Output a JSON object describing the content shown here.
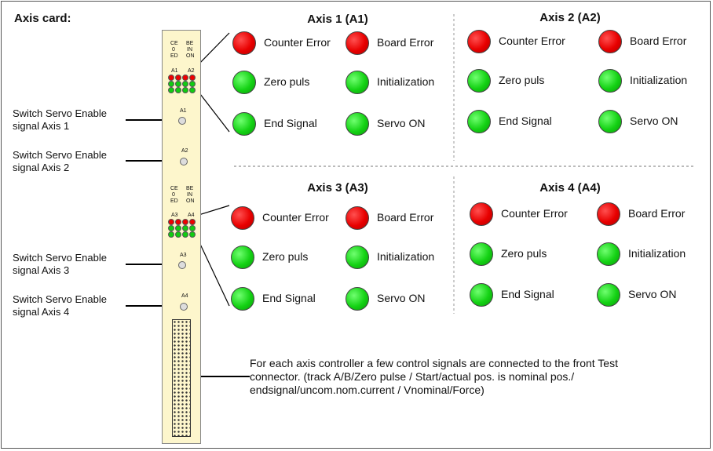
{
  "title": "Axis card:",
  "card": {
    "block1": {
      "c1": [
        "CE",
        "0",
        "ED"
      ],
      "c2": [
        "BE",
        "IN",
        "ON"
      ],
      "a_left": "A1",
      "a_right": "A2"
    },
    "block2": {
      "c1": [
        "CE",
        "0",
        "ED"
      ],
      "c2": [
        "BE",
        "IN",
        "ON"
      ],
      "a_left": "A3",
      "a_right": "A4"
    },
    "switches": [
      "A1",
      "A2",
      "A3",
      "A4"
    ]
  },
  "switch_labels": [
    {
      "line1": "Switch Servo Enable",
      "line2": "signal Axis 1"
    },
    {
      "line1": "Switch Servo Enable",
      "line2": "signal Axis 2"
    },
    {
      "line1": "Switch Servo Enable",
      "line2": "signal Axis 3"
    },
    {
      "line1": "Switch Servo Enable",
      "line2": "signal Axis 4"
    }
  ],
  "axes": [
    {
      "title": "Axis 1 (A1)",
      "leds": [
        {
          "label": "Counter Error",
          "color": "red"
        },
        {
          "label": "Board Error",
          "color": "red"
        },
        {
          "label": "Zero puls",
          "color": "green"
        },
        {
          "label": "Initialization",
          "color": "green"
        },
        {
          "label": "End Signal",
          "color": "green"
        },
        {
          "label": "Servo ON",
          "color": "green"
        }
      ]
    },
    {
      "title": "Axis 2 (A2)",
      "leds": [
        {
          "label": "Counter Error",
          "color": "red"
        },
        {
          "label": "Board Error",
          "color": "red"
        },
        {
          "label": "Zero puls",
          "color": "green"
        },
        {
          "label": "Initialization",
          "color": "green"
        },
        {
          "label": "End Signal",
          "color": "green"
        },
        {
          "label": "Servo ON",
          "color": "green"
        }
      ]
    },
    {
      "title": "Axis 3 (A3)",
      "leds": [
        {
          "label": "Counter Error",
          "color": "red"
        },
        {
          "label": "Board Error",
          "color": "red"
        },
        {
          "label": "Zero puls",
          "color": "green"
        },
        {
          "label": "Initialization",
          "color": "green"
        },
        {
          "label": "End Signal",
          "color": "green"
        },
        {
          "label": "Servo ON",
          "color": "green"
        }
      ]
    },
    {
      "title": "Axis 4 (A4)",
      "leds": [
        {
          "label": "Counter Error",
          "color": "red"
        },
        {
          "label": "Board Error",
          "color": "red"
        },
        {
          "label": "Zero puls",
          "color": "green"
        },
        {
          "label": "Initialization",
          "color": "green"
        },
        {
          "label": "End Signal",
          "color": "green"
        },
        {
          "label": "Servo ON",
          "color": "green"
        }
      ]
    }
  ],
  "note": {
    "line1": "For each axis controller a few control signals are connected to the front Test",
    "line2": "connector. (track A/B/Zero pulse / Start/actual pos. is nominal pos./",
    "line3": "endsignal/uncom.nom.current  / Vnominal/Force)"
  },
  "colors": {
    "red": "#e80000",
    "green": "#14d214",
    "card": "#fdf6cc"
  }
}
